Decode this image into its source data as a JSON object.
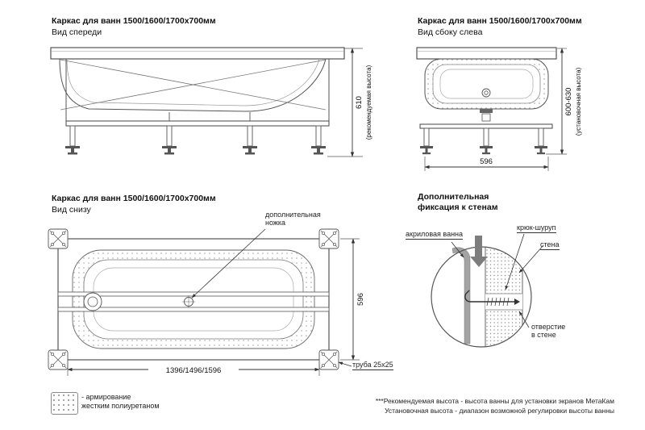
{
  "common": {
    "product_title": "Каркас для ванн 1500/1600/1700x700мм"
  },
  "front_view": {
    "subtitle": "Вид спереди",
    "height_dim": "610",
    "height_note": "(рекомендуемая высота)"
  },
  "side_view": {
    "subtitle": "Вид сбоку слева",
    "width_dim": "596",
    "height_dim": "600-630",
    "height_note": "(установочная высота)"
  },
  "bottom_view": {
    "subtitle": "Вид снизу",
    "leg_label_line1": "дополнительная",
    "leg_label_line2": "ножка",
    "width_dim": "596",
    "length_dim": "1396/1496/1596",
    "pipe_label": "труба 25x25"
  },
  "wall_fixation": {
    "title_line1": "Дополнительная",
    "title_line2": "фиксация к стенам",
    "bath_label": "акриловая ванна",
    "hook_label": "крюк-шуруп",
    "wall_label": "стена",
    "hole_label_line1": "отверстие",
    "hole_label_line2": "в стене"
  },
  "legend": {
    "line1": "- армирование",
    "line2": "жестким полиуретаном"
  },
  "footnotes": {
    "line1": "***Рекомендуемая высота - высота ванны для установки экранов МетаКам",
    "line2": "Установочная высота - диапазон возможной регулировки высоты ванны"
  }
}
